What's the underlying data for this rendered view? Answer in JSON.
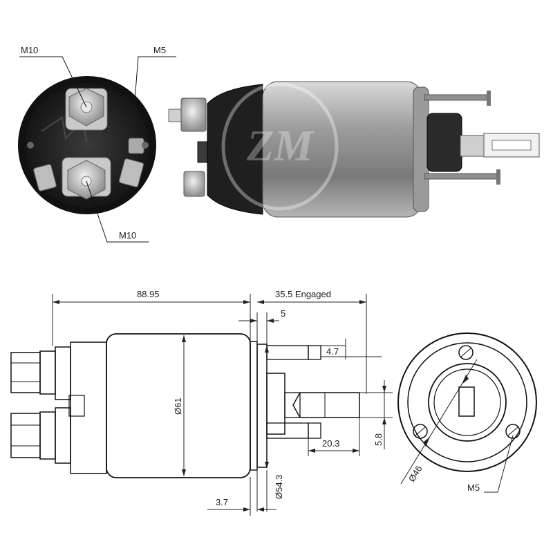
{
  "photo": {
    "end_view_labels": {
      "top_left": "M10",
      "top_right": "M5",
      "bottom": "M10"
    },
    "logo_text": "ZM",
    "colors": {
      "body": "#8a8a8a",
      "dark": "#1c1c1c",
      "metal": "#c8c8c8"
    }
  },
  "drawing": {
    "dims": {
      "overall_length": "88.95",
      "engaged": "35.5 Engaged",
      "flange": "5",
      "stud_offset": "4.7",
      "body_diameter": "Ø61",
      "plunger": "5.8",
      "stud_reach": "20.3",
      "flange_diameter": "Ø54.3",
      "gap": "3.7",
      "bolt_circle": "Ø46",
      "mount_thread": "M5"
    }
  }
}
